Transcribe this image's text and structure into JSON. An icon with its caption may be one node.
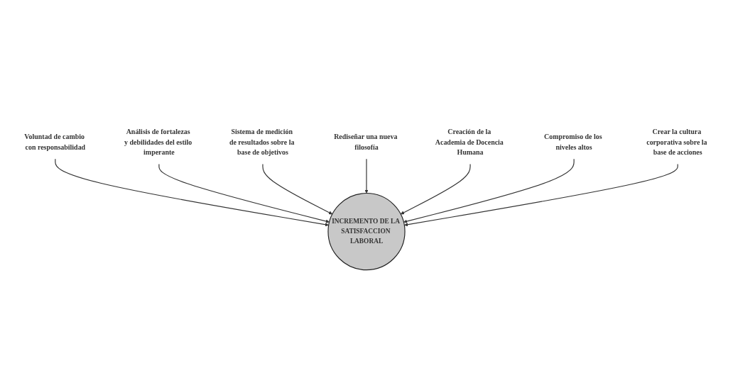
{
  "diagram": {
    "nodes": [
      {
        "text": [
          "Voluntad de cambio con responsabilidad"
        ]
      },
      {
        "text": [
          "Análisis de fortalezas y debilidades del estilo imperante"
        ]
      },
      {
        "text": [
          "Sistema de medición de resultados sobre la base de objetivos"
        ]
      },
      {
        "text": [
          "INCREMENTO DE LA SATISFACCION LABORAL"
        ]
      },
      {
        "text": [
          "Rediseñar una nueva filosofía"
        ]
      },
      {
        "text": [
          "Creación de la Academia de Docencia Humana"
        ]
      },
      {
        "text": [
          "Compromiso de los niveles altos"
        ]
      },
      {
        "text": [
          "Crear la cultura corporativa sobre la base de acciones"
        ]
      }
    ],
    "edges": [
      {
        "from": 0,
        "to": 3,
        "arrow": "to"
      },
      {
        "from": 1,
        "to": 3,
        "arrow": "to"
      },
      {
        "from": 2,
        "to": 3,
        "arrow": "to"
      },
      {
        "from": 4,
        "to": 3,
        "arrow": "to"
      },
      {
        "from": 5,
        "to": 3,
        "arrow": "to"
      },
      {
        "from": 6,
        "to": 3,
        "arrow": "to"
      },
      {
        "from": 7,
        "to": 3,
        "arrow": "to"
      }
    ]
  }
}
